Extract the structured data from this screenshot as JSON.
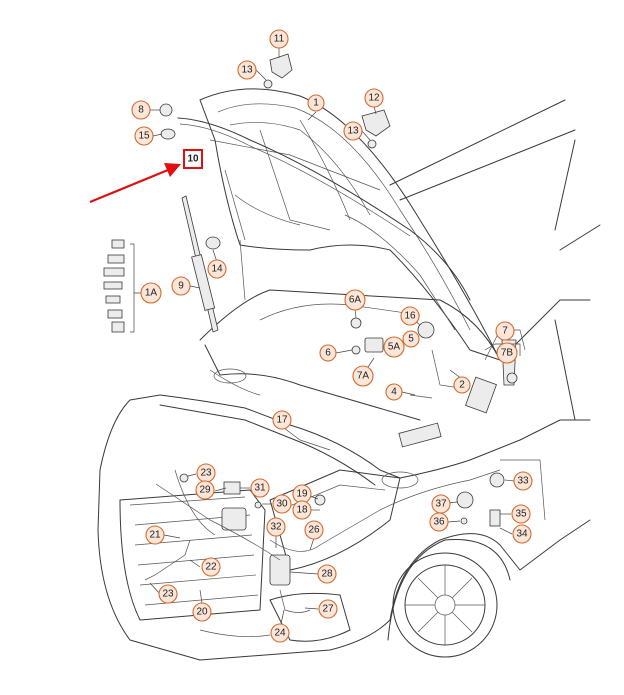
{
  "diagram": {
    "highlighted_part": "10",
    "highlight_color": "#e01010",
    "callout_color": "#d46b2d",
    "callouts": {
      "c1": "1",
      "c1A": "1A",
      "c2": "2",
      "c4": "4",
      "c5": "5",
      "c6": "6",
      "c6A": "6A",
      "c7": "7",
      "c7A": "7A",
      "c7B": "7B",
      "c8": "8",
      "c9": "9",
      "c10": "10",
      "c11": "11",
      "c12": "12",
      "c13a": "13",
      "c13b": "13",
      "c14": "14",
      "c15": "15",
      "c16": "16",
      "c17": "17",
      "c18": "18",
      "c19": "19",
      "c20": "20",
      "c21": "21",
      "c22": "22",
      "c23a": "23",
      "c23b": "23",
      "c24": "24",
      "c26": "26",
      "c27": "27",
      "c28": "28",
      "c29": "29",
      "c30": "30",
      "c31": "31",
      "c32": "32",
      "c33": "33",
      "c34": "34",
      "c35": "35",
      "c36": "36",
      "c37": "37"
    }
  }
}
